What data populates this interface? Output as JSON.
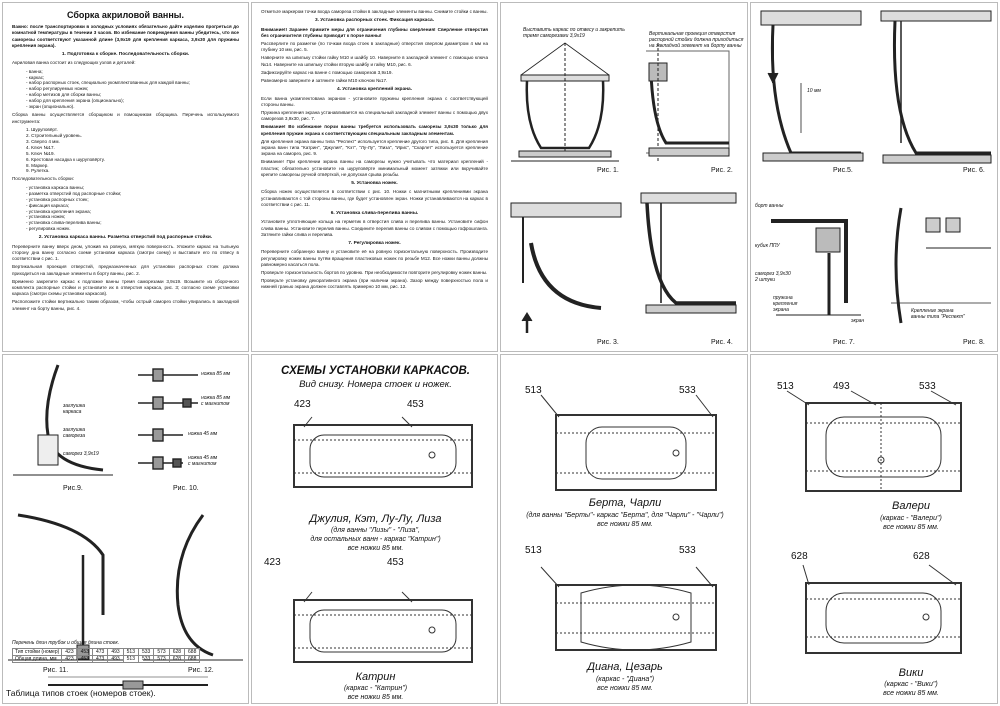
{
  "page1": {
    "title": "Сборка акриловой ванны.",
    "warning": "Важно: после транспортировки в холодных условиях обязательно дайте изделию прогреться до комнатной температуры в течении 3 часов. Во избежание повреждения ванны убедитесь, что все саморезы соответствуют указанной длине (3,9х19 для крепления каркаса, 3,9х30 для пружины крепления экрана).",
    "s1_title": "1. Подготовка к сборке. Последовательность сборки.",
    "s1_intro": "Акриловая ванна состоит из следующих узлов и деталей:",
    "parts": [
      "- ванна;",
      "- каркас;",
      "- набор распорных стоек, специально укомплектованных для каждой ванны;",
      "- набор регулируемых ножек;",
      "- набор метизов для сборки ванны;",
      "- набор для крепления экрана (опционально);",
      "- экран (опционально)."
    ],
    "s1_tools_intro": "Сборка ванны осуществляется сборщиком и помощником сборщика. Перечень используемого инструмента:",
    "tools": [
      "1. Шуруповёрт.",
      "2. Строительный уровень.",
      "3. Сверло 4 мм.",
      "4. Ключ №17.",
      "5. Ключ №19.",
      "6. Крестовая насадка к шуруповёрту.",
      "8. Маркер.",
      "9. Рулетка."
    ],
    "seq_intro": "Последовательность сборки:",
    "seq": [
      "- установка каркаса ванны;",
      "- разметка отверстий под распорные стойки;",
      "- установка распорных стоек;",
      "- фиксация каркаса;",
      "- установка крепления экрана;",
      "- установка ножек;",
      "- установка слива-перелива ванны;",
      "- регулировка ножек."
    ],
    "s2_title": "2. Установка каркаса ванны. Разметка отверстий под распорные стойки.",
    "s2_p1": "Переверните ванну вверх дном, уложив на ровную, мягкую поверхность. Уложите каркас на тыльную сторону дна ванну согласно схеме установки каркаса (смотри схему) и выставьте его по отвесу в соответствии с рис. 1.",
    "s2_p2": "Вертикальная проекция отверстий, предназначенных для установки распорных стоек должна приходиться на закладные элементы в борту ванны, рис. 2.",
    "s2_p3": "Временно закрепите каркас к подложке ванны тремя саморезами 3,9х19. Возьмите из сборочного комплекта распорные стойки и установите их в отверстия каркаса, рис. 3; согласно схеме установки каркаса (смотри схемы установки каркасов).",
    "s2_p4": "Расположите стойки вертикально таким образом, чтобы острый саморез стойки упирались в закладной элемент на борту ванны, рис. 4."
  },
  "page2": {
    "p_intro": "Отметьте маркером точки входа самореза стойки в закладные элементы ванны. Снимите стойки с ванны.",
    "s3_title": "3. Установка распорных стоек. Фиксация каркаса.",
    "s3_warn": "Внимание!! Заранее примите меры для ограничения глубины сверления! Сверление отверстия без ограничителя глубины приводит к порче ванны!",
    "s3_p1": "Рассверлите по разметке (по точкам входа стоек в закладные) отверстия сверлом диаметром 4 мм на глубину 10 мм, рис. 5.",
    "s3_p2": "Наверните на шпильку стойки гайку М10 и шайбу 10. Наверните в закладной элемент с помощью ключа №14. Наверните на шпильку стойки вторую шайбу и гайку М10, рис. 6.",
    "s3_p3": "Зафиксируйте каркас на ванне с помощью саморезов 3,9х19.",
    "s3_p4": "Равномерно заверните и затяните гайки М10 ключом №17.",
    "s4_title": "4. Установка креплений экрана.",
    "s4_p1": "Если ванна укомплектована экраном - установите пружины крепления экрана с соответствующей стороны ванны.",
    "s4_p2": "Пружина крепления экрана устанавливается на специальный закладной элемент ванны с помощью двух саморезов 3,9х30, рис. 7.",
    "s4_warn": "Внимание! Во избежание порчи ванны требуется использовать саморезы 3,9х30 только для крепления пружин экрана к соответствующим специальным закладным элементам.",
    "s4_p3": "Для крепления экрана ванны типа \"Респект\" используется крепление другого типа, рис. 8. Для крепления экрана ванн типа \"Катрин\", \"Джулия\", \"Кэт\", \"Лу-Лу\", \"Лиза\", \"Ирис\", \"Скарлет\" используется крепление экрана на саморез, рис. 9.",
    "s4_p4": "Внимание! При креплении экрана ванны на саморезы нужно учитывать что материал креплений - пластик; обязательно установите на шуруповёрте минимальный момент затяжки или вкручивайте крепите саморезы ручной отвёрткой, не допуская срыва резьбы.",
    "s5_title": "5. Установка ножек.",
    "s5_p1": "Сборка ножек осуществляется в соответствии с рис. 10. Ножки с магнитными креплениями экрана устанавливаются с той стороны ванны, где будет установлен экран. Ножки устанавливаются на каркас в соответствии с рис. 11.",
    "s6_title": "6. Установка слива-перелива ванны.",
    "s6_p1": "Установите уплотняющие кольца на герметик в отверстия слива и перелива ванны. Установите сифон слива ванны. Установите перелив ванны. Соедините перелив ванны со сливом с помощью гофрошланга. Затяните гайки слива и перелива.",
    "s7_title": "7. Регулировка ножек.",
    "s7_p1": "Переверните собранную ванну и установите её на ровную горизонтальную поверхность. Производите регулировку ножек ванны путём вращения пластиковых ножек по резьбе М12. Все ножки ванны должны равномерно касаться пола.",
    "s7_p2": "Проверьте горизонтальность бортов по уровню. При необходимости повторите регулировку ножек ванны.",
    "s7_p3": "Проверьте установку декоративного экрана (при наличии экрана). Зазор между поверхностью пола и нижней гранью экрана должен составлять примерно 10 мм, рис. 12."
  },
  "page3": {
    "note1": "Выставить каркас по отвесу и закрепить тремя саморезами 3,9х19",
    "note2": "Вертикальная проекция отверстия распорной стойки должна приходиться на закладной элемент на борту ванны",
    "fig1": "Рис. 1.",
    "fig2": "Рис. 2.",
    "fig3": "Рис. 3.",
    "fig4": "Рис. 4."
  },
  "page4": {
    "dim": "10 мм",
    "fig5": "Рис.5.",
    "fig6": "Рис. 6.",
    "rim": "борт ванны",
    "cube": "кубик ППУ",
    "screw": "саморез 3,9х30\n2 штуки",
    "spring": "пружина\nкрепления\nэкрана",
    "screen": "экран",
    "fig7": "Рис. 7.",
    "respect": "Крепление экрана\nванны типа \"Респект\"",
    "fig8": "Рис. 8."
  },
  "page5": {
    "plug": "заглушка\nкаркаса",
    "selftap": "заглушка\nсамореза",
    "screw": "саморез 3,9х19",
    "leg1": "ножка 85 мм",
    "leg2": "ножка 85 мм\nс магнитом",
    "leg3": "ножка 45 мм",
    "leg4": "ножка 45 мм\nс магнитом",
    "fig9": "Рис.9.",
    "fig10": "Рис. 10.",
    "fig11": "Рис. 11.",
    "fig12": "Рис. 12.",
    "table_caption": "Таблица типов стоек (номеров стоек).",
    "table_head": "Перечень длин трубок и общая длина стоек.",
    "table_rows": [
      [
        "Тип стойки (номер)",
        "423",
        "453",
        "473",
        "493",
        "513",
        "533",
        "573",
        "628",
        "688"
      ],
      [
        "Общая длина, мм",
        "423",
        "453",
        "473",
        "493",
        "513",
        "533",
        "573",
        "628",
        "688"
      ]
    ]
  },
  "page6": {
    "title": "СХЕМЫ УСТАНОВКИ КАРКАСОВ.",
    "subtitle": "Вид снизу. Номера стоек и ножек.",
    "a_left": "423",
    "a_right": "453",
    "a_name": "Джулия, Кэт, Лу-Лу, Лиза",
    "a_sub1": "(для ванны \"Лизы\" - \"Лиза\",",
    "a_sub2": "для остальных ванн - каркас \"Катрин\")",
    "a_sub3": "все ножки 85 мм.",
    "b_left": "423",
    "b_right": "453",
    "b_name": "Катрин",
    "b_sub1": "(каркас - \"Катрин\")",
    "b_sub2": "все ножки 85 мм."
  },
  "page7": {
    "a_left": "513",
    "a_right": "533",
    "a_name": "Берта, Чарли",
    "a_sub1": "(для ванны \"Берты\"- каркас \"Берта\", для \"Чарли\" - \"Чарли\")",
    "a_sub2": "все ножки 85 мм.",
    "b_left": "513",
    "b_right": "533",
    "b_name": "Диана, Цезарь",
    "b_sub1": "(каркас - \"Диана\")",
    "b_sub2": "все ножки 85 мм."
  },
  "page8": {
    "a_left": "513",
    "a_mid": "493",
    "a_right": "533",
    "a_name": "Валери",
    "a_sub1": "(каркас - \"Валери\")",
    "a_sub2": "все ножки 85 мм.",
    "b_left": "628",
    "b_right": "628",
    "b_name": "Вики",
    "b_sub1": "(каркас - \"Вики\")",
    "b_sub2": "все ножки 85 мм."
  }
}
